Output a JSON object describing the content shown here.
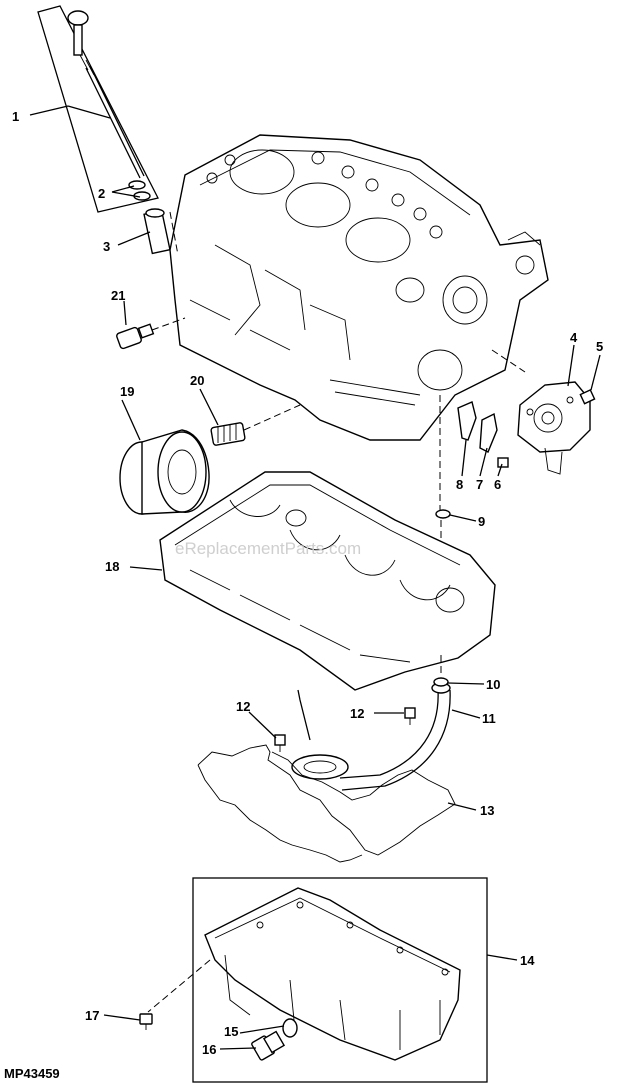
{
  "diagram_code": "MP43459",
  "watermark": "eReplacementParts.com",
  "callouts": [
    {
      "id": "c1",
      "label": "1"
    },
    {
      "id": "c2",
      "label": "2"
    },
    {
      "id": "c3",
      "label": "3"
    },
    {
      "id": "c4",
      "label": "4"
    },
    {
      "id": "c5",
      "label": "5"
    },
    {
      "id": "c6",
      "label": "6"
    },
    {
      "id": "c7",
      "label": "7"
    },
    {
      "id": "c8",
      "label": "8"
    },
    {
      "id": "c9",
      "label": "9"
    },
    {
      "id": "c10",
      "label": "10"
    },
    {
      "id": "c11",
      "label": "11"
    },
    {
      "id": "c12a",
      "label": "12"
    },
    {
      "id": "c12b",
      "label": "12"
    },
    {
      "id": "c13",
      "label": "13"
    },
    {
      "id": "c14",
      "label": "14"
    },
    {
      "id": "c15",
      "label": "15"
    },
    {
      "id": "c16",
      "label": "16"
    },
    {
      "id": "c17",
      "label": "17"
    },
    {
      "id": "c18",
      "label": "18"
    },
    {
      "id": "c19",
      "label": "19"
    },
    {
      "id": "c20",
      "label": "20"
    },
    {
      "id": "c21",
      "label": "21"
    }
  ]
}
